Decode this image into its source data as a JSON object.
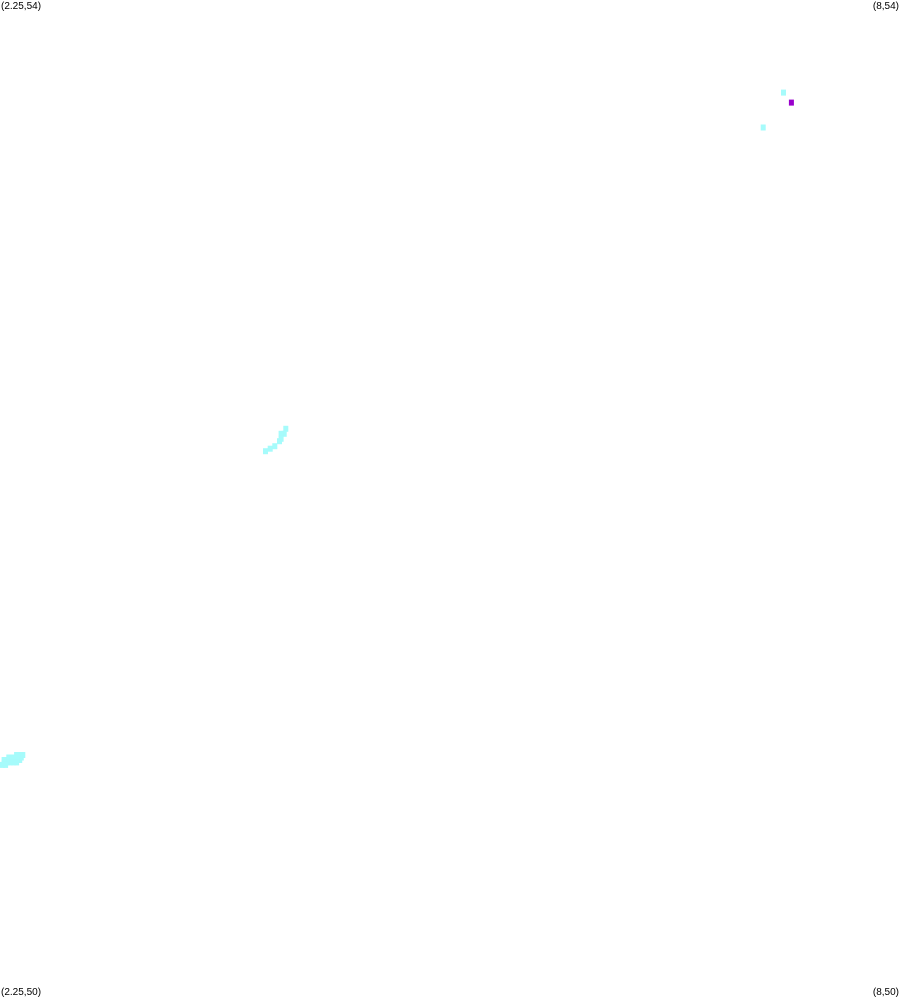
{
  "corners": {
    "top_left": "(2.25,54)",
    "top_right": "(8,54)",
    "bottom_left": "(2.25,50)",
    "bottom_right": "(8,50)"
  },
  "chart_data": {
    "type": "heatmap",
    "title": "",
    "xlabel": "",
    "ylabel": "",
    "xlim": [
      2.25,
      8
    ],
    "ylim": [
      50,
      54
    ],
    "grid": false,
    "legend": "none",
    "colors": {
      "cyan": "#a6fbfb",
      "purple": "#9900cc"
    },
    "cell_size": [
      0.032,
      0.024
    ],
    "cells": [
      {
        "x": 7.24,
        "y": 53.64,
        "color": "cyan"
      },
      {
        "x": 7.29,
        "y": 53.6,
        "color": "purple"
      },
      {
        "x": 7.11,
        "y": 53.5,
        "color": "cyan"
      },
      {
        "x": 4.06,
        "y": 52.29,
        "color": "cyan"
      },
      {
        "x": 4.05,
        "y": 52.27,
        "color": "cyan"
      },
      {
        "x": 4.03,
        "y": 52.27,
        "color": "cyan"
      },
      {
        "x": 4.03,
        "y": 52.25,
        "color": "cyan"
      },
      {
        "x": 4.02,
        "y": 52.24,
        "color": "cyan"
      },
      {
        "x": 3.99,
        "y": 52.22,
        "color": "cyan"
      },
      {
        "x": 3.96,
        "y": 52.21,
        "color": "cyan"
      },
      {
        "x": 3.93,
        "y": 52.2,
        "color": "cyan"
      },
      {
        "x": 2.38,
        "y": 50.98,
        "color": "cyan"
      },
      {
        "x": 2.36,
        "y": 50.98,
        "color": "cyan"
      },
      {
        "x": 2.34,
        "y": 50.98,
        "color": "cyan"
      },
      {
        "x": 2.37,
        "y": 50.97,
        "color": "cyan"
      },
      {
        "x": 2.35,
        "y": 50.97,
        "color": "cyan"
      },
      {
        "x": 2.33,
        "y": 50.97,
        "color": "cyan"
      },
      {
        "x": 2.31,
        "y": 50.97,
        "color": "cyan"
      },
      {
        "x": 2.29,
        "y": 50.97,
        "color": "cyan"
      },
      {
        "x": 2.36,
        "y": 50.96,
        "color": "cyan"
      },
      {
        "x": 2.34,
        "y": 50.96,
        "color": "cyan"
      },
      {
        "x": 2.32,
        "y": 50.96,
        "color": "cyan"
      },
      {
        "x": 2.3,
        "y": 50.96,
        "color": "cyan"
      },
      {
        "x": 2.28,
        "y": 50.96,
        "color": "cyan"
      },
      {
        "x": 2.26,
        "y": 50.96,
        "color": "cyan"
      },
      {
        "x": 2.34,
        "y": 50.95,
        "color": "cyan"
      },
      {
        "x": 2.32,
        "y": 50.95,
        "color": "cyan"
      },
      {
        "x": 2.3,
        "y": 50.95,
        "color": "cyan"
      },
      {
        "x": 2.28,
        "y": 50.95,
        "color": "cyan"
      },
      {
        "x": 2.26,
        "y": 50.95,
        "color": "cyan"
      },
      {
        "x": 2.27,
        "y": 50.94,
        "color": "cyan"
      },
      {
        "x": 2.25,
        "y": 50.94,
        "color": "cyan"
      }
    ]
  }
}
